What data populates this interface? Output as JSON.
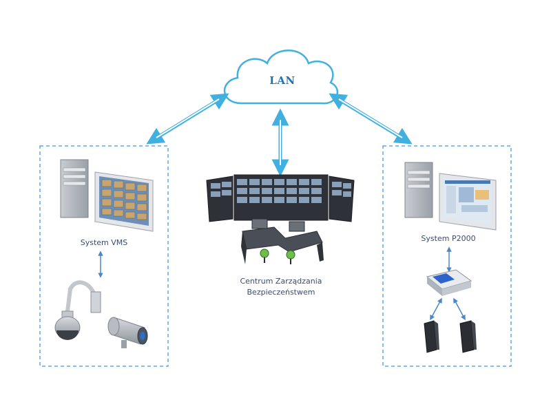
{
  "network": {
    "label": "LAN"
  },
  "left_panel": {
    "system_label": "System VMS"
  },
  "center": {
    "line1": "Centrum Zarządzania",
    "line2": "Bezpieczeństwem"
  },
  "right_panel": {
    "system_label": "System P2000"
  },
  "colors": {
    "accent": "#3fb0e0",
    "dashed_border": "#5aa9e6",
    "label_text": "#3b4a6b",
    "cloud_text": "#1f73b3"
  },
  "icons": {
    "cloud": "cloud-icon",
    "vms_workstation": "computer-workstation-icon",
    "dome_camera": "dome-camera-icon",
    "bullet_camera": "bullet-camera-icon",
    "video_wall": "video-wall-icon",
    "operator_desk": "control-desk-icon",
    "p2000_workstation": "computer-workstation-icon",
    "access_controller": "access-controller-icon",
    "card_reader": "card-reader-icon"
  }
}
